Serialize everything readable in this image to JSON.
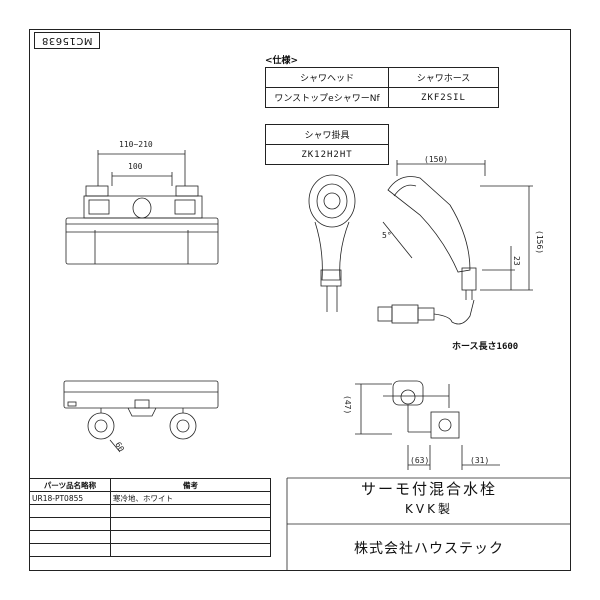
{
  "code": "MC15638",
  "spec": {
    "section_title": "<仕様>",
    "head_col": "シャワヘッド",
    "hose_col": "シャワホース",
    "head_value": "ワンストップeシャワーNf",
    "hose_value": "ZKF2SIL",
    "holder_col": "シャワ掛具",
    "holder_value": "ZK12H2HT"
  },
  "dims": {
    "range": "110~210",
    "pitch": "100",
    "width150": "(150)",
    "height156": "(156)",
    "d23": "23",
    "angle": "5°",
    "d47": "(47)",
    "d63": "(63)",
    "d31": "(31)",
    "d60": "60",
    "hose_length": "ホース長さ1600"
  },
  "parts": {
    "header_name": "パーツ品名略称",
    "header_note": "備考",
    "rows": [
      {
        "name": "UR18-PT0855",
        "note": "寒冷地、ホワイト"
      },
      {
        "name": "",
        "note": ""
      },
      {
        "name": "",
        "note": ""
      },
      {
        "name": "",
        "note": ""
      },
      {
        "name": "",
        "note": ""
      }
    ]
  },
  "title": {
    "product": "サーモ付混合水栓",
    "maker": "KVK製",
    "company": "株式会社ハウステック"
  }
}
